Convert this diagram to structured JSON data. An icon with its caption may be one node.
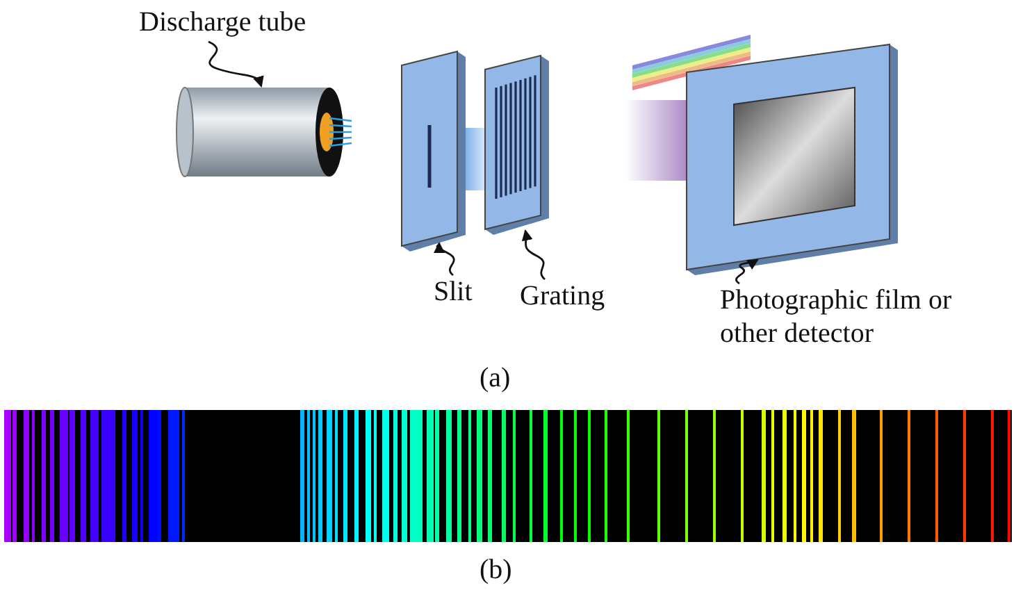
{
  "diagram": {
    "nodes": [
      {
        "text": [
          "Discharge tube"
        ]
      },
      {
        "text": [],
        "shape": "cylinder"
      },
      {
        "text": [
          "Slit"
        ]
      },
      {
        "text": [],
        "shape": "box"
      },
      {
        "text": [
          "Grating"
        ]
      },
      {
        "text": [],
        "shape": "box"
      },
      {
        "text": [
          "Photographic film or other detector"
        ]
      },
      {
        "text": [],
        "shape": "box"
      }
    ],
    "edges": [
      {
        "from": 0,
        "to": 1,
        "arrow": "to"
      },
      {
        "from": 2,
        "to": 3,
        "arrow": "to"
      },
      {
        "from": 4,
        "to": 5,
        "arrow": "to"
      },
      {
        "from": 6,
        "to": 7,
        "arrow": "to"
      }
    ],
    "labels": [
      "(a)",
      "(b)"
    ]
  }
}
